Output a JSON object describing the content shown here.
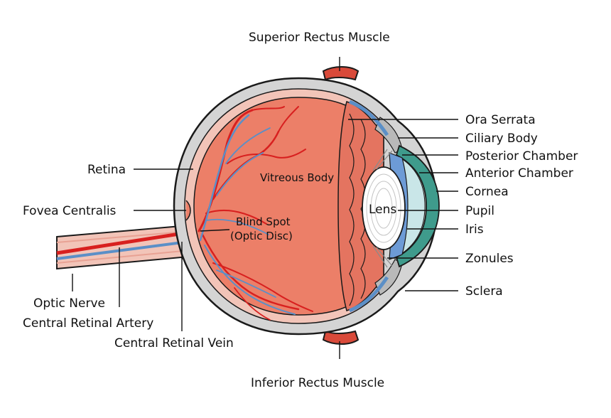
{
  "labels": {
    "superior_rectus": "Superior Rectus Muscle",
    "inferior_rectus": "Inferior Rectus Muscle",
    "ora_serrata": "Ora Serrata",
    "ciliary_body": "Ciliary Body",
    "posterior_chamber": "Posterior Chamber",
    "anterior_chamber": "Anterior Chamber",
    "cornea": "Cornea",
    "pupil": "Pupil",
    "iris": "Iris",
    "zonules": "Zonules",
    "sclera": "Sclera",
    "retina": "Retina",
    "fovea_centralis": "Fovea Centralis",
    "optic_nerve": "Optic Nerve",
    "central_retinal_artery": "Central Retinal Artery",
    "central_retinal_vein": "Central Retinal Vein",
    "vitreous_body": "Vitreous Body",
    "blind_spot_line1": "Blind Spot",
    "blind_spot_line2": "(Optic Disc)",
    "lens": "Lens"
  },
  "colors": {
    "sclera": "#d4d4d4",
    "choroid": "#f2c4b8",
    "vitreous": "#ec7f68",
    "vessel_red": "#d8201f",
    "vessel_blue": "#5b8fc7",
    "muscle": "#d94a3a",
    "cornea": "#3f9b8c",
    "anterior_chamber": "#c9e6e8",
    "iris": "#6d9bd6",
    "lens": "#ffffff",
    "ciliary": "#b9b9b9",
    "outline": "#1a1a1a"
  }
}
